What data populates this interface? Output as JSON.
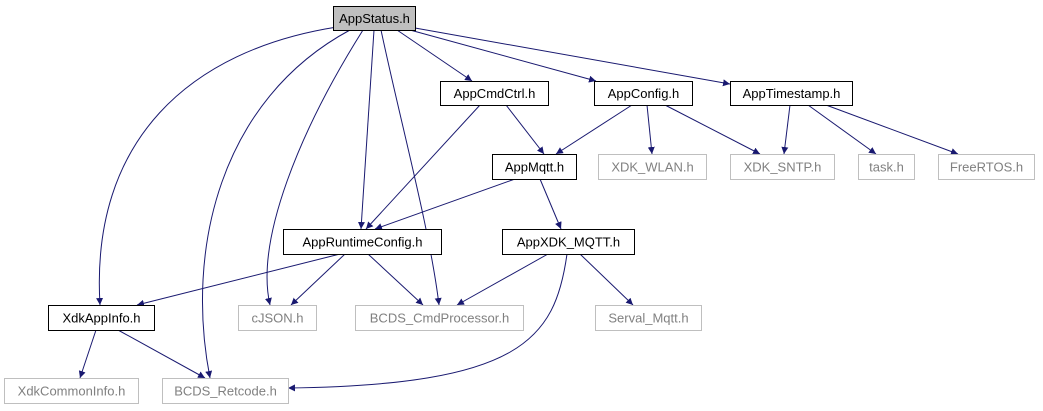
{
  "colors": {
    "edge": "#191970",
    "box_border": "#000000",
    "box_border_external": "#bfbfbf",
    "root_fill": "#bfbfbf",
    "label": "#000000",
    "label_external": "#808080"
  },
  "nodes": {
    "appstatus": {
      "label": "AppStatus.h",
      "kind": "root"
    },
    "appcmdctrl": {
      "label": "AppCmdCtrl.h",
      "kind": "local"
    },
    "appconfig": {
      "label": "AppConfig.h",
      "kind": "local"
    },
    "apptimestamp": {
      "label": "AppTimestamp.h",
      "kind": "local"
    },
    "appmqtt": {
      "label": "AppMqtt.h",
      "kind": "local"
    },
    "xdk_wlan": {
      "label": "XDK_WLAN.h",
      "kind": "external"
    },
    "xdk_sntp": {
      "label": "XDK_SNTP.h",
      "kind": "external"
    },
    "task": {
      "label": "task.h",
      "kind": "external"
    },
    "freertos": {
      "label": "FreeRTOS.h",
      "kind": "external"
    },
    "appruntimeconfig": {
      "label": "AppRuntimeConfig.h",
      "kind": "local"
    },
    "appxdk_mqtt": {
      "label": "AppXDK_MQTT.h",
      "kind": "local"
    },
    "xdkappinfo": {
      "label": "XdkAppInfo.h",
      "kind": "local"
    },
    "cjson": {
      "label": "cJSON.h",
      "kind": "external"
    },
    "bcds_cmdprocessor": {
      "label": "BCDS_CmdProcessor.h",
      "kind": "external"
    },
    "serval_mqtt": {
      "label": "Serval_Mqtt.h",
      "kind": "external"
    },
    "xdkcommoninfo": {
      "label": "XdkCommonInfo.h",
      "kind": "external"
    },
    "bcds_retcode": {
      "label": "BCDS_Retcode.h",
      "kind": "external"
    }
  },
  "edges": [
    [
      "appstatus",
      "appcmdctrl"
    ],
    [
      "appstatus",
      "appconfig"
    ],
    [
      "appstatus",
      "apptimestamp"
    ],
    [
      "appstatus",
      "xdkappinfo"
    ],
    [
      "appstatus",
      "bcds_retcode"
    ],
    [
      "appstatus",
      "cjson"
    ],
    [
      "appstatus",
      "appruntimeconfig"
    ],
    [
      "appstatus",
      "bcds_cmdprocessor"
    ],
    [
      "appcmdctrl",
      "appmqtt"
    ],
    [
      "appcmdctrl",
      "appruntimeconfig"
    ],
    [
      "appconfig",
      "appmqtt"
    ],
    [
      "appconfig",
      "xdk_wlan"
    ],
    [
      "appconfig",
      "xdk_sntp"
    ],
    [
      "apptimestamp",
      "xdk_sntp"
    ],
    [
      "apptimestamp",
      "task"
    ],
    [
      "apptimestamp",
      "freertos"
    ],
    [
      "appmqtt",
      "appruntimeconfig"
    ],
    [
      "appmqtt",
      "appxdk_mqtt"
    ],
    [
      "appruntimeconfig",
      "xdkappinfo"
    ],
    [
      "appruntimeconfig",
      "cjson"
    ],
    [
      "appruntimeconfig",
      "bcds_cmdprocessor"
    ],
    [
      "appxdk_mqtt",
      "bcds_cmdprocessor"
    ],
    [
      "appxdk_mqtt",
      "serval_mqtt"
    ],
    [
      "appxdk_mqtt",
      "bcds_retcode"
    ],
    [
      "xdkappinfo",
      "xdkcommoninfo"
    ],
    [
      "xdkappinfo",
      "bcds_retcode"
    ]
  ]
}
